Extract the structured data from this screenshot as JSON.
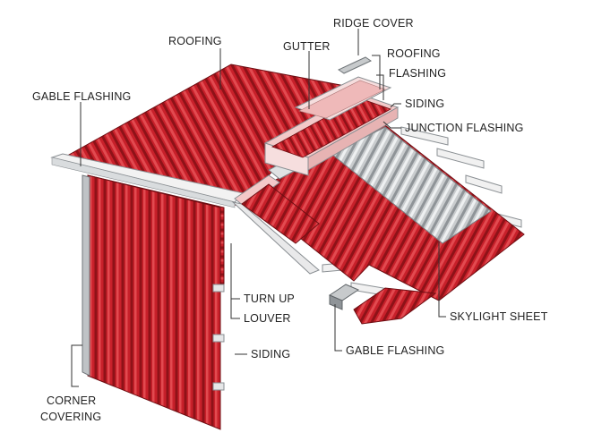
{
  "diagram": {
    "labels": {
      "ridge_cover": "RIDGE COVER",
      "roofing_top": "ROOFING",
      "gutter": "GUTTER",
      "roofing_right": "ROOFING",
      "flashing": "FLASHING",
      "gable_flashing_left": "GABLE FLASHING",
      "siding_right": "SIDING",
      "junction_flashing": "JUNCTION FLASHING",
      "turn_up": "TURN UP",
      "louver": "LOUVER",
      "skylight_sheet": "SKYLIGHT SHEET",
      "siding_bottom": "SIDING",
      "gable_flashing_bottom": "GABLE FLASHING",
      "corner_covering_line1": "CORNER",
      "corner_covering_line2": "COVERING"
    },
    "colors": {
      "sheet_red": "#c8202a",
      "sheet_red_dark": "#8e1218",
      "sheet_red_light": "#e0474c",
      "flashing_white": "#f2f2f2",
      "flashing_pink": "#f3c9c9",
      "skylight_grey": "#cfd2d4",
      "steel_grey": "#9aa0a4"
    }
  }
}
